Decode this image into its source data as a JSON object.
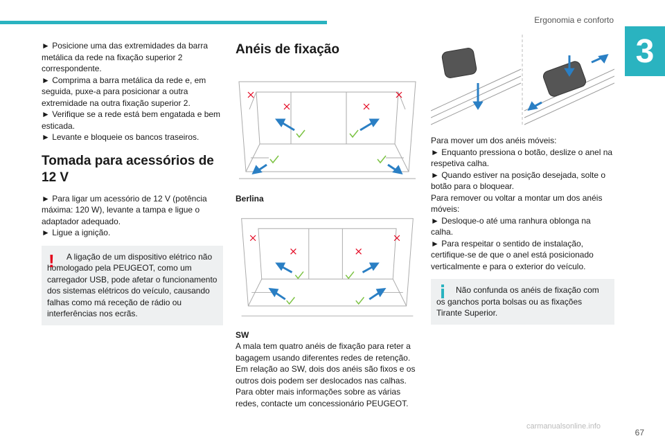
{
  "header": {
    "section_title": "Ergonomia e conforto",
    "chapter_number": "3",
    "accent_color": "#2ab3c0"
  },
  "col1": {
    "p1": "► Posicione uma das extremidades da barra metálica da rede na fixação superior 2 correspondente.",
    "p2": "► Comprima a barra metálica da rede e, em seguida, puxe-a para posicionar a outra extremidade na outra fixação superior 2.",
    "p3": "► Verifique se a rede está bem engatada e bem esticada.",
    "p4": "► Levante e bloqueie os bancos traseiros.",
    "heading_12v": "Tomada para acessórios de 12 V",
    "p5": "► Para ligar um acessório de 12 V (potência máxima: 120 W), levante a tampa e ligue o adaptador adequado.",
    "p6": "► Ligue a ignição.",
    "warning": "A ligação de um dispositivo elétrico não homologado pela PEUGEOT, como um carregador USB, pode afetar o funcionamento dos sistemas elétricos do veículo, causando falhas como má receção de rádio ou interferências nos ecrãs."
  },
  "col2": {
    "heading": "Anéis de fixação",
    "caption_berlina": "Berlina",
    "caption_sw": "SW",
    "p1": "A mala tem quatro anéis de fixação para reter a bagagem usando diferentes redes de retenção.",
    "p2": "Em relação ao SW, dois dos anéis são fixos e os outros dois podem ser deslocados nas calhas.",
    "p3": "Para obter mais informações sobre as várias redes, contacte um concessionário PEUGEOT."
  },
  "col3": {
    "p1": "Para mover um dos anéis móveis:",
    "p2": "► Enquanto pressiona o botão, deslize o anel na respetiva calha.",
    "p3": "► Quando estiver na posição desejada, solte o botão para o bloquear.",
    "p4": "Para remover ou voltar a montar um dos anéis móveis:",
    "p5": "► Desloque-o até uma ranhura oblonga na calha.",
    "p6": "► Para respeitar o sentido de instalação, certifique-se de que o anel está posicionado verticalmente e para o exterior do veículo.",
    "info": "Não confunda os anéis de fixação com os ganchos porta bolsas ou as fixações Tirante Superior."
  },
  "footer": {
    "page_number": "67",
    "watermark": "carmanualsonline.info"
  },
  "colors": {
    "warning_red": "#e3001b",
    "arrow_blue": "#2a7fc4",
    "check_green": "#7bc242",
    "box_grey": "#eef0f1"
  }
}
